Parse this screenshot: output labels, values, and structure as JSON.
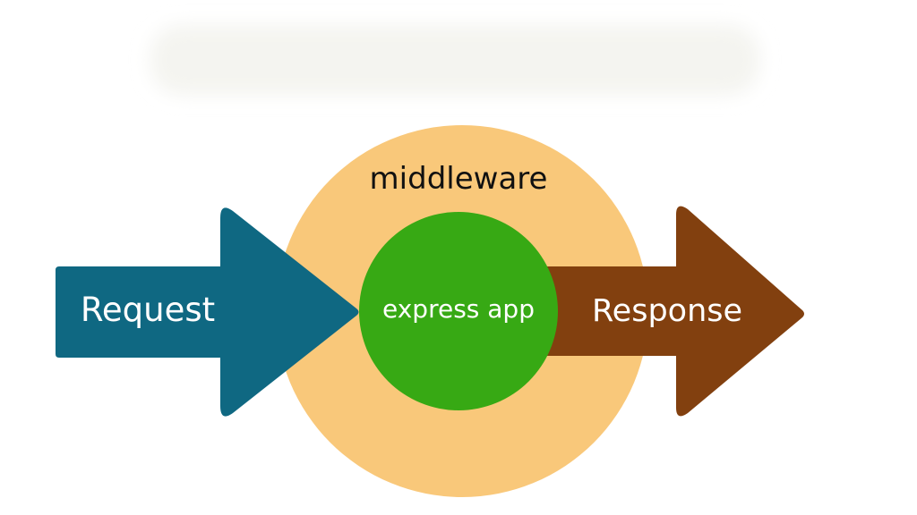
{
  "diagram": {
    "title_blurred": "",
    "outer_label": "middleware",
    "inner_label": "express app",
    "request_label": "Request",
    "response_label": "Response"
  },
  "colors": {
    "background": "#ffffff",
    "title_blur": "#f4f4f0",
    "middleware": "#f9c87a",
    "express_app": "#37a914",
    "request_arrow": "#0f6882",
    "response_arrow": "#82400f",
    "outer_text": "#111111",
    "inner_text": "#ffffff"
  }
}
